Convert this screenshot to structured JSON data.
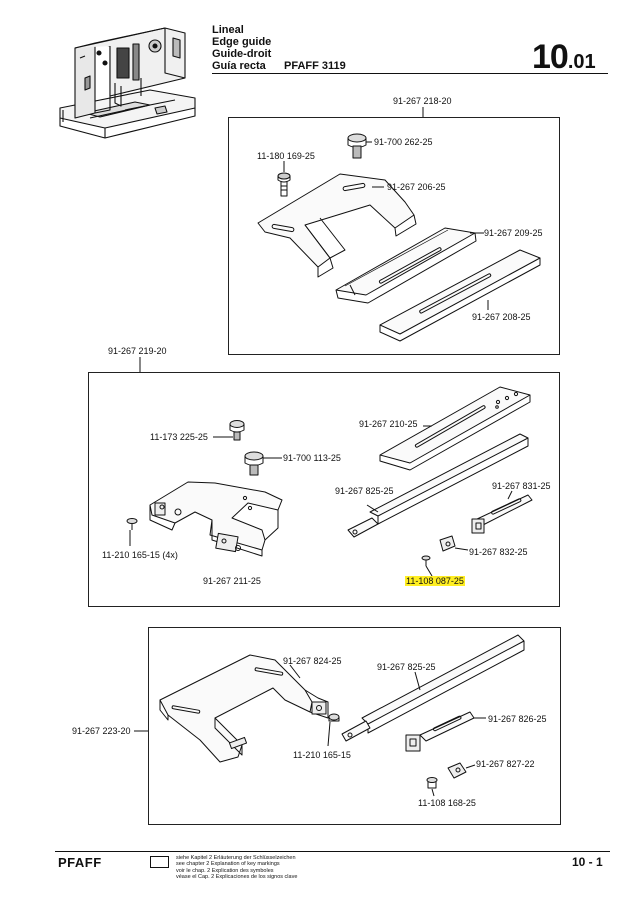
{
  "header": {
    "title_de": "Lineal",
    "title_en": "Edge guide",
    "title_fr": "Guide-droit",
    "title_es": "Guía recta",
    "model": "PFAFF 3119",
    "page_major": "10",
    "page_minor": ".01"
  },
  "group1": {
    "assembly": "91-267 218-20",
    "parts": [
      "91-700 262-25",
      "11-180 169-25",
      "91-267 206-25",
      "91-267 209-25",
      "91-267 208-25"
    ]
  },
  "group2": {
    "assembly": "91-267 219-20",
    "parts": [
      "91-267 210-25",
      "11-173 225-25",
      "91-700 113-25",
      "91-267 825-25",
      "91-267 831-25",
      "11-210 165-15 (4x)",
      "91-267 832-25",
      "91-267 211-25",
      "11-108 087-25"
    ]
  },
  "group3": {
    "assembly": "91-267 223-20",
    "parts": [
      "91-267 824-25",
      "91-267 825-25",
      "91-267 826-25",
      "11-210 165-15",
      "91-267 827-22",
      "11-108 168-25"
    ]
  },
  "footer": {
    "brand": "PFAFF",
    "legend": [
      "siehe Kapitel 2 Erläuterung der Schlüsselzeichen",
      "see chapter 2 Explanation of key markings",
      "voir le chap. 2 Explication des symboles",
      "véase el Cap. 2 Explicaciones de los signos clave"
    ],
    "page": "10 - 1"
  }
}
